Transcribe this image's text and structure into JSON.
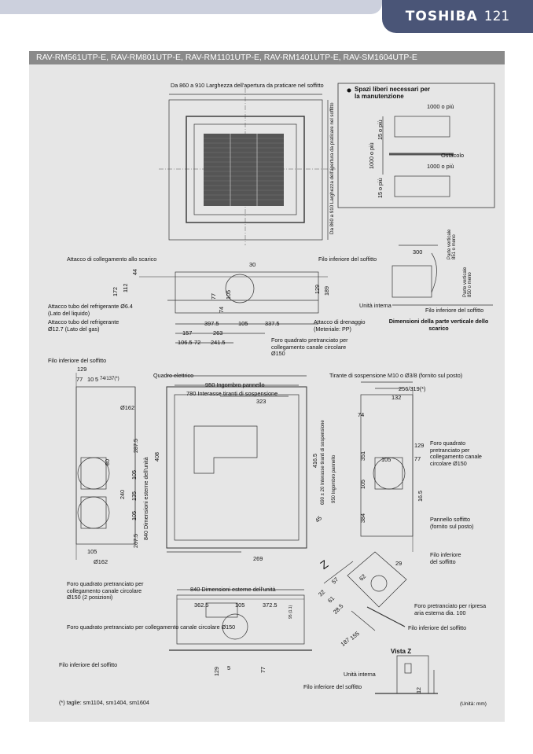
{
  "header": {
    "brand": "TOSHIBA",
    "page_number": "121"
  },
  "models_title": "RAV-RM561UTP-E, RAV-RM801UTP-E, RAV-RM1101UTP-E, RAV-RM1401UTP-E, RAV-SM1604UTP-E",
  "top_view": {
    "width_label": "Da 860 a 910 Larghezza dell'apertura da praticare nel soffitto",
    "height_label": "Da 860 a 910 Larghezza dell'apertura da praticare nel soffitto"
  },
  "maintenance": {
    "title": "Spazi liberi necessari per la manutenzione",
    "d1000_top": "1000 o più",
    "d15_top": "15 o più",
    "d1000_side": "1000 o più",
    "obstacle": "Ostacolo",
    "d1000_bottom": "1000 o più",
    "d15_bottom": "15 o più"
  },
  "side_view": {
    "drain_connection": "Attacco di collegamento allo scarico",
    "ceiling_line": "Filo inferiore del soffitto",
    "liquid_pipe": "Attacco tubo del refrigerante Ø6.4 (Lato del liquido)",
    "gas_pipe": "Attacco tubo del refrigerante Ø12.7 (Lato del gas)",
    "drainage": "Attacco di drenaggio (Meteriale: PP)",
    "duct_hole": "Foro quadrato pretranciato per collegamento canale circolare Ø150",
    "dims": {
      "d30": "30",
      "d44": "44",
      "d172": "172",
      "d112": "112",
      "d77": "77",
      "d74": "74",
      "d105a": "105",
      "d129": "129",
      "d189": "189",
      "d3975": "397.5",
      "d105b": "105",
      "d3375": "337.5",
      "d157": "157",
      "d263": "263",
      "d1065": "106.5",
      "d72": "72",
      "d2415": "241.5"
    }
  },
  "drain_detail": {
    "d300": "300",
    "vertical_max": "Parte verticale 851 o meno",
    "vertical_ok": "Parte verticale 850 o meno",
    "indoor_unit": "Unità interna",
    "ceiling_line": "Filo inferiore del soffitto",
    "title": "Dimensioni della parte verticale dello scarico"
  },
  "plan_view": {
    "ceiling_line": "Filo inferiore del soffitto",
    "electric_box": "Quadro elettrico",
    "panel_size": "950 Ingombro pannello",
    "rod_spacing": "780 Interasse tiranti di sospensione",
    "hanging_rod": "Tirante di sospensione M10 o Ø3/8 (fornito sul posto)",
    "dims": {
      "d129": "129",
      "d77": "77",
      "d10": "10",
      "d5": "5",
      "d74_137": "74/137(*)",
      "d162a": "Ø162",
      "d323": "323",
      "d256_319": "256/319(*)",
      "d132": "132",
      "d74": "74",
      "d129b": "129",
      "d77b": "77",
      "d2875": "287.5",
      "d80": "80",
      "d408": "408",
      "d240": "240",
      "d135": "135",
      "d105a": "105",
      "d105b": "105",
      "d2075": "207.5",
      "d840v": "840 Dimensioni esterne dell'unità",
      "d4165": "416.5",
      "d690": "690 ± 20 Interasse tiranti di sospensione",
      "d950v": "950 Ingombro pannello",
      "d351": "351",
      "d105c": "105",
      "d105d": "105",
      "d165": "16.5",
      "d384": "384",
      "d105e": "105",
      "d162b": "Ø162",
      "d269": "269",
      "d29": "29",
      "d45": "45"
    },
    "duct_hole_right": "Foro quadrato pretranciato per collegamento canale circolare Ø150",
    "ceiling_panel": "Pannello soffitto (fornito sul posto)",
    "ceiling_line_right": "Filo inferiore del soffitto",
    "duct_hole_left": "Foro quadrato pretranciato per collegamento canale circolare Ø150 (2 posizioni)"
  },
  "front_view": {
    "width": "840 Dimensioni esterne dell'unità",
    "d3625": "362.5",
    "d105": "105",
    "d3725": "372.5",
    "d95": "95 (1.1)",
    "duct_hole": "Foro quadrato pretranciato per collegamento canale circolare Ø150",
    "ceiling_line": "Filo inferiore del soffitto",
    "d129": "129",
    "d5": "5",
    "d77": "77"
  },
  "z_detail": {
    "z_label": "Z",
    "d57": "57",
    "d32": "32",
    "d61": "61",
    "d285": "28.5",
    "d62": "62",
    "fresh_air": "Foro pretranciato per ripresa aria esterna dia. 100",
    "ceiling_line": "Filo inferiore del soffitto",
    "d155": "155",
    "d187": "187"
  },
  "view_z": {
    "title": "Vista Z",
    "indoor_unit": "Unità interna",
    "ceiling_line": "Filo inferiore del soffitto",
    "d12": "12"
  },
  "footnote": "(*) taglie: sm1104, sm1404, sm1604",
  "units": "(Unità: mm)"
}
